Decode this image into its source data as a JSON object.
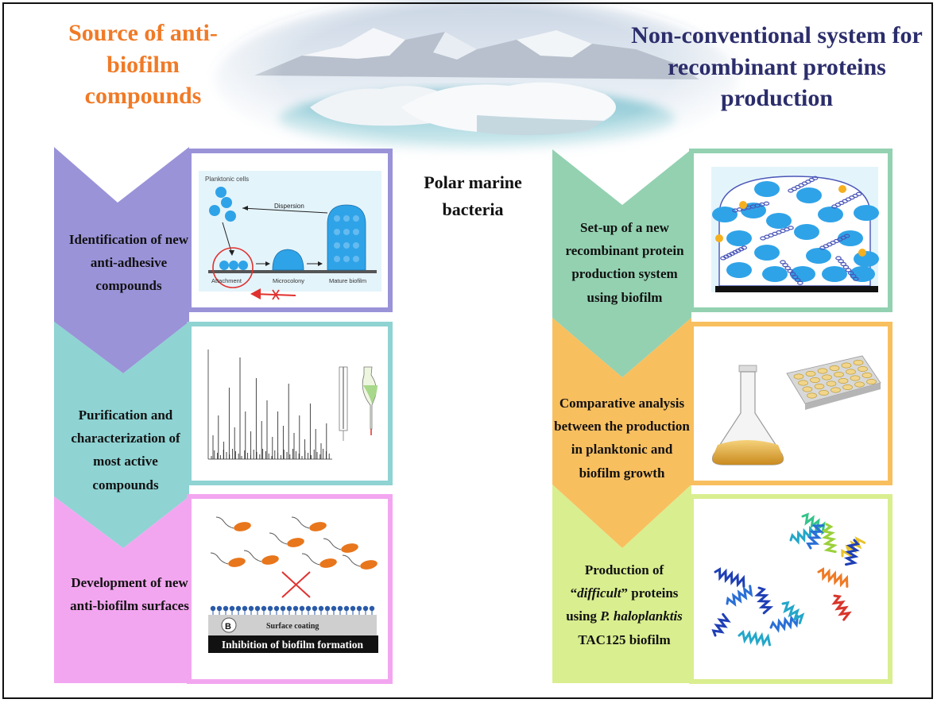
{
  "titles": {
    "left": "Source of anti-biofilm compounds",
    "right": "Non-conventional system for recombinant proteins production"
  },
  "center": {
    "label": "Polar marine bacteria"
  },
  "left_steps": [
    {
      "label": "Identification of new anti-adhesive compounds",
      "color": "#9a93d8"
    },
    {
      "label": "Purification and characterization of most active compounds",
      "color": "#8fd3d3"
    },
    {
      "label": "Development of new anti-biofilm surfaces",
      "color": "#f3a6f0"
    }
  ],
  "right_steps": [
    {
      "label": "Set-up of a new recombinant protein production system using biofilm",
      "color": "#93d1b1"
    },
    {
      "label": "Comparative analysis between the production in planktonic and biofilm growth",
      "color": "#f8bf5f"
    },
    {
      "label_pre": "Production of “",
      "label_italic": "difficult",
      "label_mid": "” proteins using ",
      "label_species": "P. haloplanktis",
      "label_post": " TAC125 biofilm",
      "color": "#d9ee8f"
    }
  ],
  "biofilm_figure": {
    "planktonic": "Planktonic cells",
    "dispersion": "Dispersion",
    "attachment": "Attachment",
    "microcolony": "Microcolony",
    "mature": "Mature biofilm"
  },
  "surface_figure": {
    "panel_letter": "B",
    "coating": "Surface coating",
    "caption": "Inhibition of biofilm formation"
  },
  "colors": {
    "title_left": "#f07a26",
    "title_right": "#2b2d6b",
    "cell_blue": "#2fa3e8",
    "bacteria_orange": "#e8761c",
    "inhibit_red": "#e0312f"
  }
}
